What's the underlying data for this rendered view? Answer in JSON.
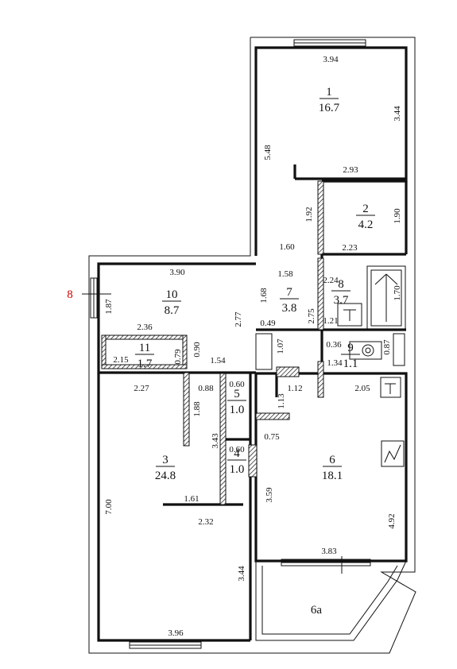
{
  "rooms": [
    {
      "id": "1",
      "area": "16.7"
    },
    {
      "id": "2",
      "area": "4.2"
    },
    {
      "id": "3",
      "area": "24.8"
    },
    {
      "id": "4",
      "area": "1.0"
    },
    {
      "id": "5",
      "area": "1.0"
    },
    {
      "id": "6",
      "area": "18.1"
    },
    {
      "id": "7",
      "area": "3.8"
    },
    {
      "id": "8",
      "area": "3.7"
    },
    {
      "id": "9",
      "area": "1.1"
    },
    {
      "id": "10",
      "area": "8.7"
    },
    {
      "id": "11",
      "area": "1.7"
    }
  ],
  "balcony_label": "6а",
  "marker_label": "8",
  "dimensions": [
    "3.94",
    "3.44",
    "5.48",
    "2.93",
    "1.92",
    "1.90",
    "2.23",
    "1.60",
    "1.58",
    "2.24",
    "1.70",
    "3.90",
    "1.87",
    "1.68",
    "2.77",
    "2.75",
    "2.36",
    "1.21",
    "0.49",
    "1.07",
    "0.36",
    "0.87",
    "0.90",
    "2.15",
    "0.79",
    "1.54",
    "1.34",
    "2.27",
    "0.88",
    "0.60",
    "1.13",
    "1.12",
    "2.05",
    "1.88",
    "3.43",
    "0.75",
    "0.60",
    "3.59",
    "4.92",
    "7.00",
    "1.61",
    "2.32",
    "3.83",
    "3.44",
    "3.96"
  ]
}
